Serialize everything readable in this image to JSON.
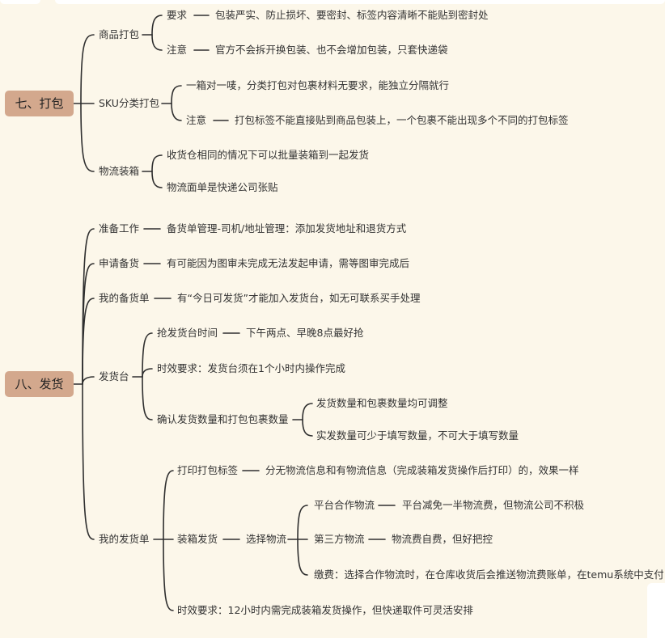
{
  "colors": {
    "background": "#fcf7ea",
    "root_box": "#d3a88d",
    "line": "#2f2f2f"
  },
  "sections": {
    "s7": {
      "title": "七、打包",
      "product_pack": {
        "label": "商品打包",
        "require_key": "要求",
        "require_val": "包装严实、防止损坏、要密封、标签内容清晰不能贴到密封处",
        "note_key": "注意",
        "note_val": "官方不会拆开换包装、也不会增加包装，只套快递袋"
      },
      "sku_pack": {
        "label": "SKU分类打包",
        "item1": "一箱对一唛，分类打包对包裹材料无要求，能独立分隔就行",
        "note_key": "注意",
        "note_val": "打包标签不能直接贴到商品包装上，一个包裹不能出现多个不同的打包标签"
      },
      "logistics_pack": {
        "label": "物流装箱",
        "item1": "收货仓相同的情况下可以批量装箱到一起发货",
        "item2": "物流面单是快递公司张贴"
      }
    },
    "s8": {
      "title": "八、发货",
      "prep": {
        "label": "准备工作",
        "val": "备货单管理-司机/地址管理：添加发货地址和退货方式"
      },
      "apply": {
        "label": "申请备货",
        "val": "有可能因为图审未完成无法发起申请，需等图审完成后"
      },
      "my_stock": {
        "label": "我的备货单",
        "val": "有“今日可发货”才能加入发货台，如无可联系买手处理"
      },
      "platform": {
        "label": "发货台",
        "grab_key": "抢发货台时间",
        "grab_val": "下午两点、早晚8点最好抢",
        "timeliness": "时效要求：发货台须在1个小时内操作完成",
        "confirm_key": "确认发货数量和打包包裹数量",
        "confirm_1": "发货数量和包裹数量均可调整",
        "confirm_2": "实发数量可少于填写数量，不可大于填写数量"
      },
      "my_ship": {
        "label": "我的发货单",
        "print_key": "打印打包标签",
        "print_val": "分无物流信息和有物流信息（完成装箱发货操作后打印）的，效果一样",
        "box_key": "装箱发货",
        "choose": "选择物流",
        "coop_key": "平台合作物流",
        "coop_val": "平台减免一半物流费，但物流公司不积极",
        "third_key": "第三方物流",
        "third_val": "物流费自费，但好把控",
        "fee": "缴费：选择合作物流时，在仓库收货后会推送物流费账单，在temu系统中支付",
        "time_req": "时效要求：12小时内需完成装箱发货操作，但快递取件可灵活安排"
      }
    }
  }
}
